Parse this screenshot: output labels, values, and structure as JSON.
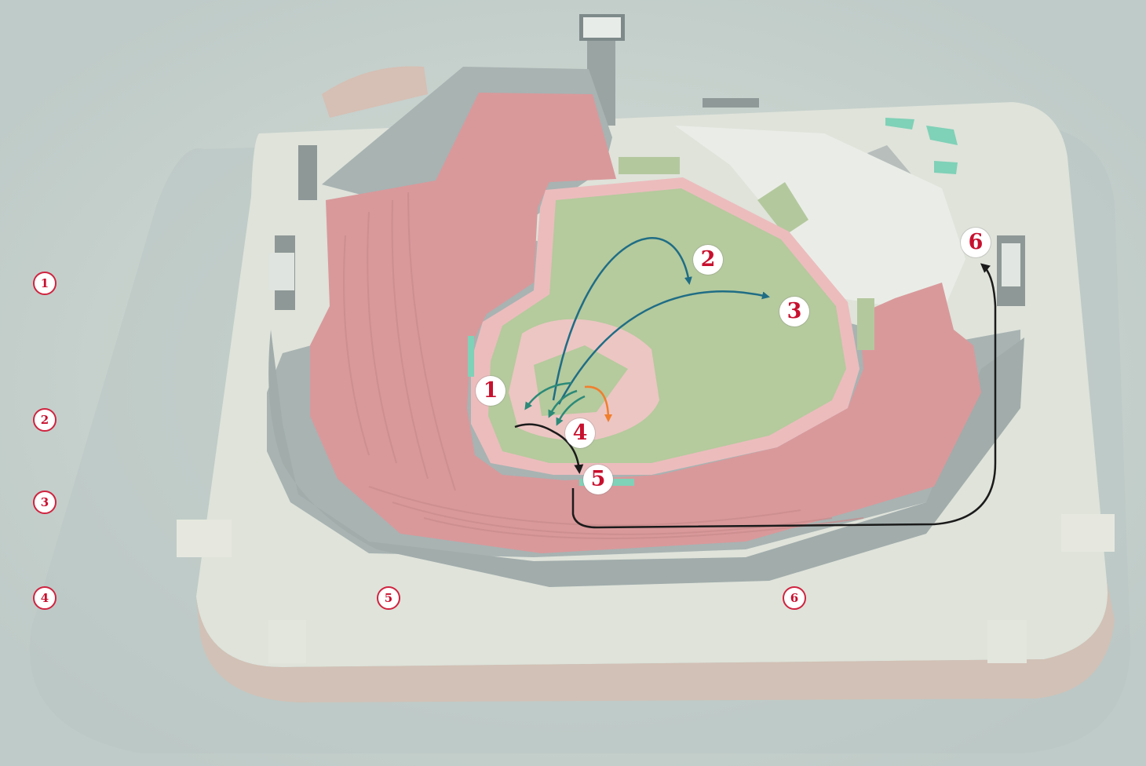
{
  "palette": {
    "background": "#c6d2cd",
    "seating": "#d89a9c",
    "concourse": "#a7b2b1",
    "plaza": "#dde2d9",
    "field": "#b5ca9d",
    "infield_dirt": "#ecc6c3",
    "path_blue": "#1f6d85",
    "path_teal": "#2b8a78",
    "path_orange": "#f07f2d",
    "path_black": "#1b1b1b",
    "marker_red": "#c8102e"
  },
  "side_legend": [
    {
      "number": "1"
    },
    {
      "number": "2"
    },
    {
      "number": "3"
    },
    {
      "number": "4"
    },
    {
      "number": "5"
    },
    {
      "number": "6"
    }
  ],
  "map_markers": [
    {
      "number": "1"
    },
    {
      "number": "2"
    },
    {
      "number": "3"
    },
    {
      "number": "4"
    },
    {
      "number": "5"
    },
    {
      "number": "6"
    }
  ],
  "paths": [
    {
      "name": "blue-arc-short",
      "color": "blue"
    },
    {
      "name": "blue-arc-long",
      "color": "blue"
    },
    {
      "name": "teal-arcs",
      "color": "teal"
    },
    {
      "name": "orange-arc",
      "color": "orange"
    },
    {
      "name": "black-route-to-5",
      "color": "black"
    },
    {
      "name": "black-route-to-6",
      "color": "black"
    }
  ]
}
